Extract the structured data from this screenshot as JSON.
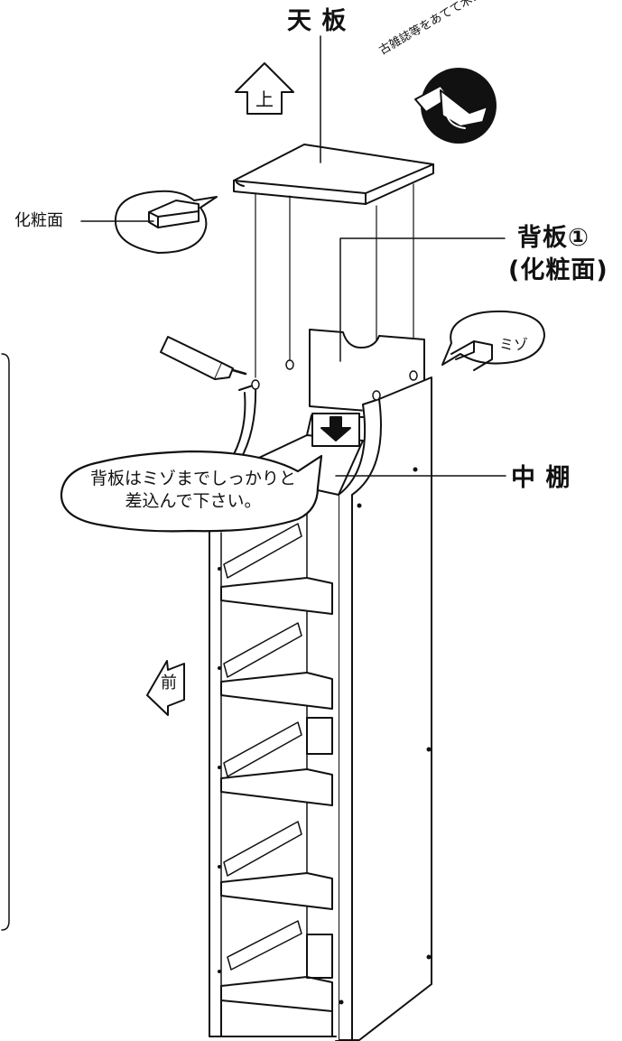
{
  "labels": {
    "top_board": "天 板",
    "back_board_line1": "背板①",
    "back_board_line2": "(化粧面)",
    "decorative_face": "化粧面",
    "middle_shelf": "中 棚",
    "groove": "ミゾ",
    "up": "上",
    "front": "前"
  },
  "callout": {
    "line1": "背板はミゾまでしっかりと",
    "line2": "差込んで下さい。"
  },
  "stamp": {
    "text": "古雑誌等をあてて木!"
  }
}
